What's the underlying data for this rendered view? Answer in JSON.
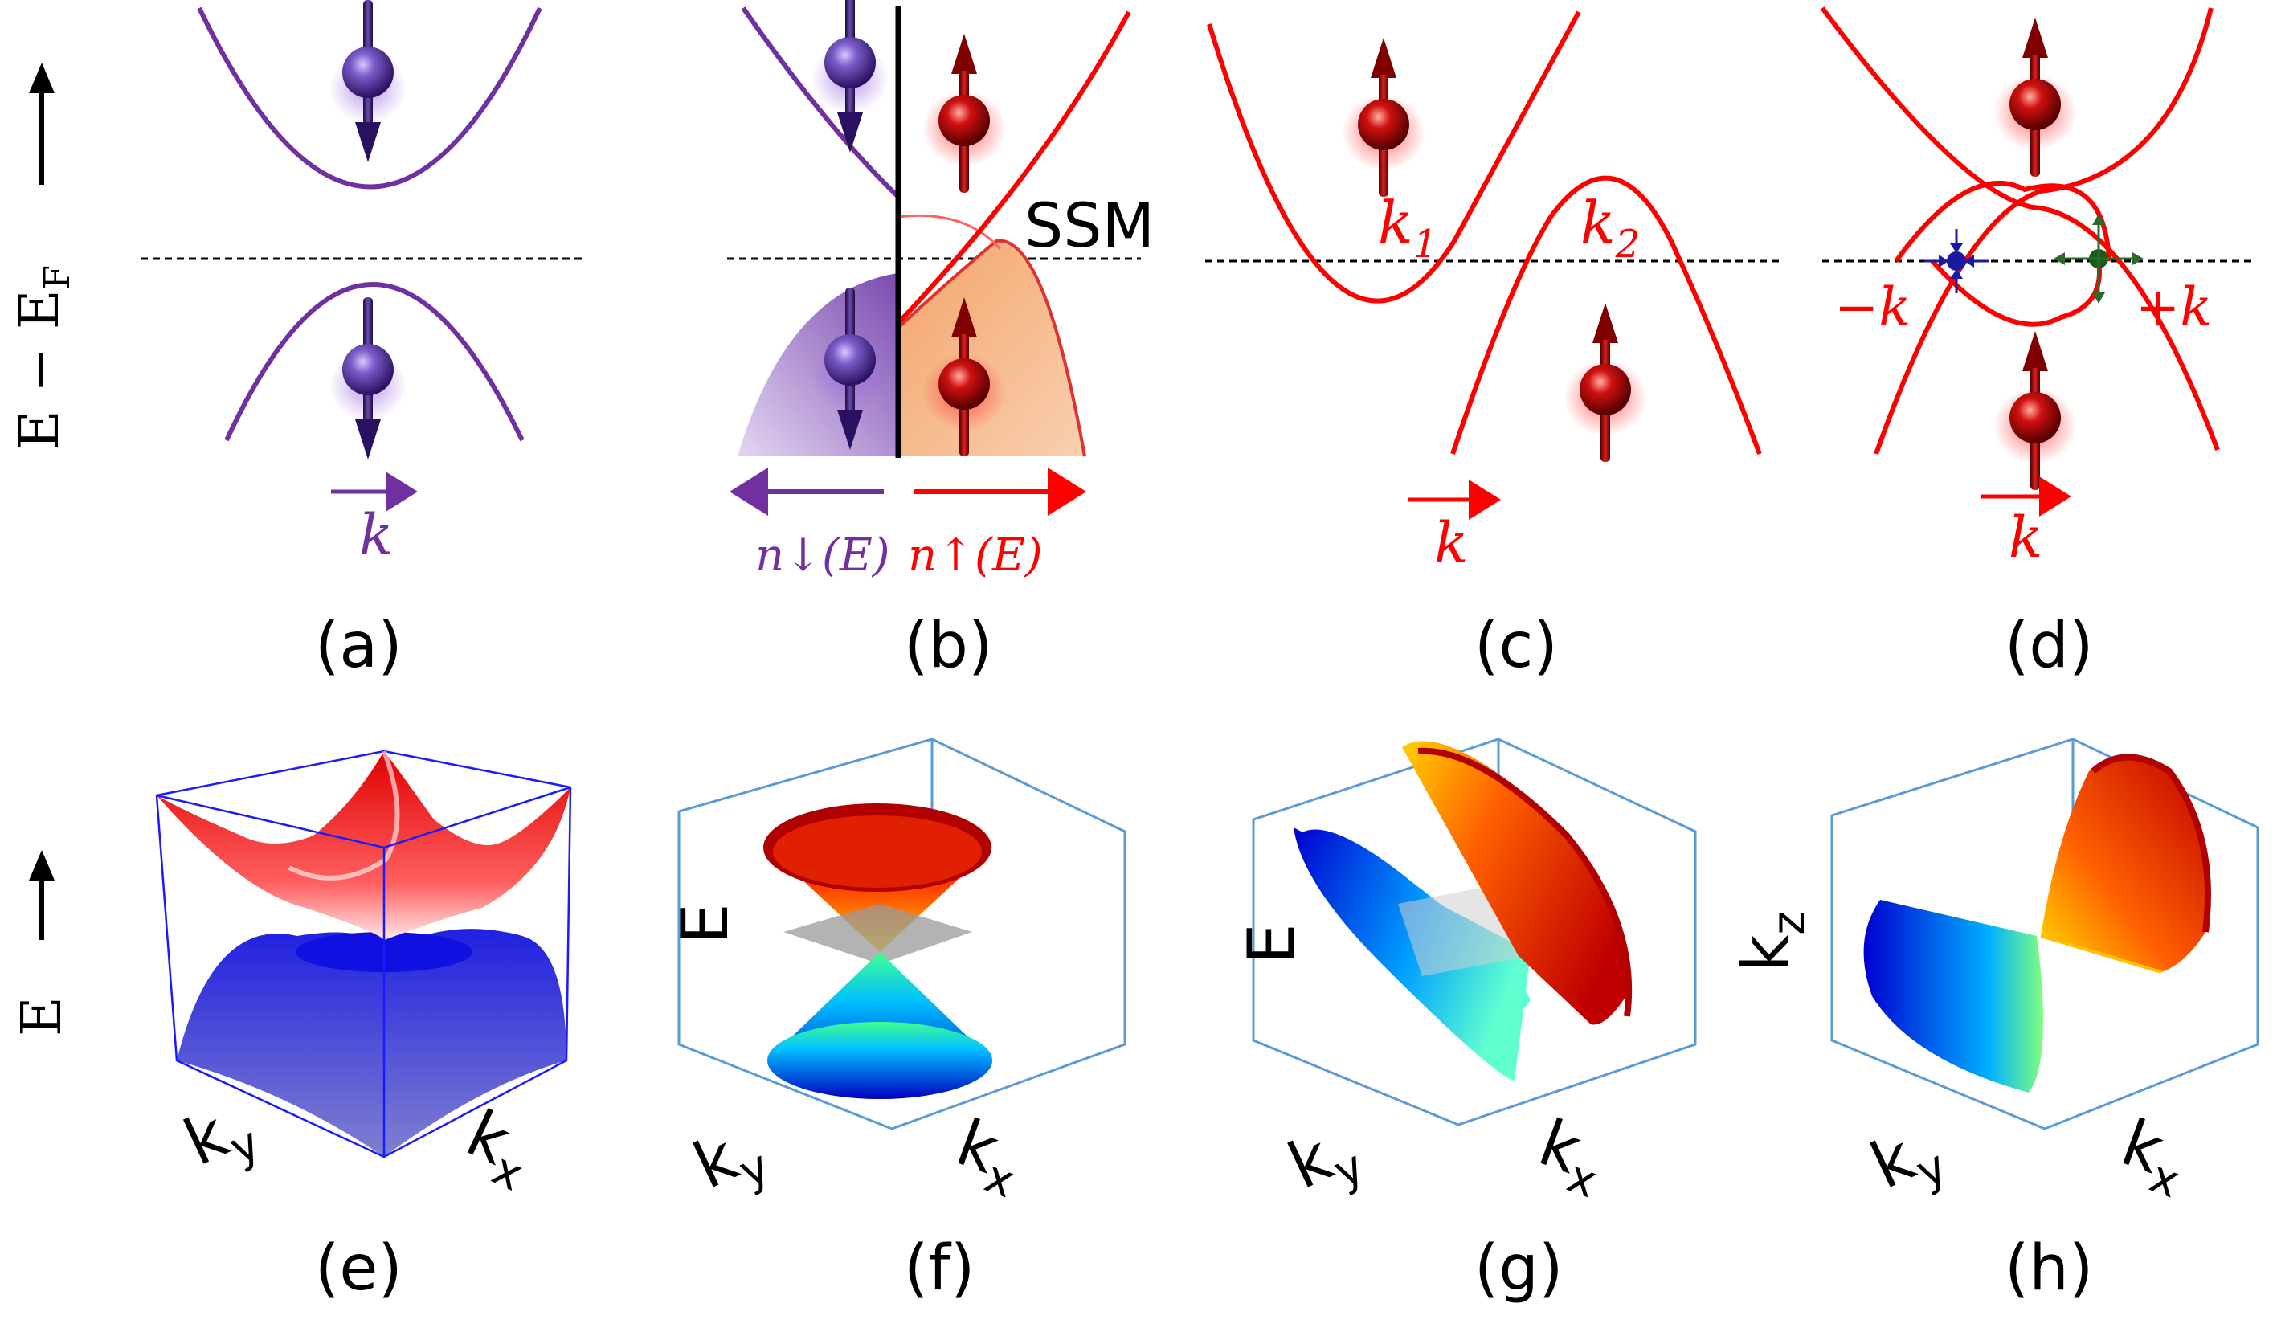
{
  "axes": {
    "top_ylabel_main": "E − E",
    "top_ylabel_sub": "F",
    "bottom_ylabel": "E"
  },
  "panels": {
    "a": {
      "label": "(a)",
      "k_label": "k"
    },
    "b": {
      "label": "(b)",
      "ssm_label": "SSM",
      "n_down": "n↓(E)",
      "n_up": "n↑(E)"
    },
    "c": {
      "label": "(c)",
      "k1_main": "k",
      "k1_sub": "1",
      "k2_main": "k",
      "k2_sub": "2",
      "k_label": "k"
    },
    "d": {
      "label": "(d)",
      "minus_k": "−k",
      "plus_k": "+k",
      "k_label": "k"
    },
    "e": {
      "label": "(e)",
      "ky_main": "k",
      "ky_sub": "y",
      "kx_main": "k",
      "kx_sub": "x"
    },
    "f": {
      "label": "(f)",
      "e_label": "E",
      "ky_main": "k",
      "ky_sub": "y",
      "kx_main": "k",
      "kx_sub": "x"
    },
    "g": {
      "label": "(g)",
      "e_label": "E",
      "ky_main": "k",
      "ky_sub": "y",
      "kx_main": "k",
      "kx_sub": "x"
    },
    "h": {
      "label": "(h)",
      "kz_main": "k",
      "kz_sub": "z",
      "ky_main": "k",
      "ky_sub": "y",
      "kx_main": "k",
      "kx_sub": "x"
    }
  },
  "colors": {
    "spin_down": "#7030a0",
    "spin_up": "#ff0000",
    "black": "#000000",
    "box_blue_e": "#1a1aff",
    "box_blue": "#5b9bd5"
  }
}
